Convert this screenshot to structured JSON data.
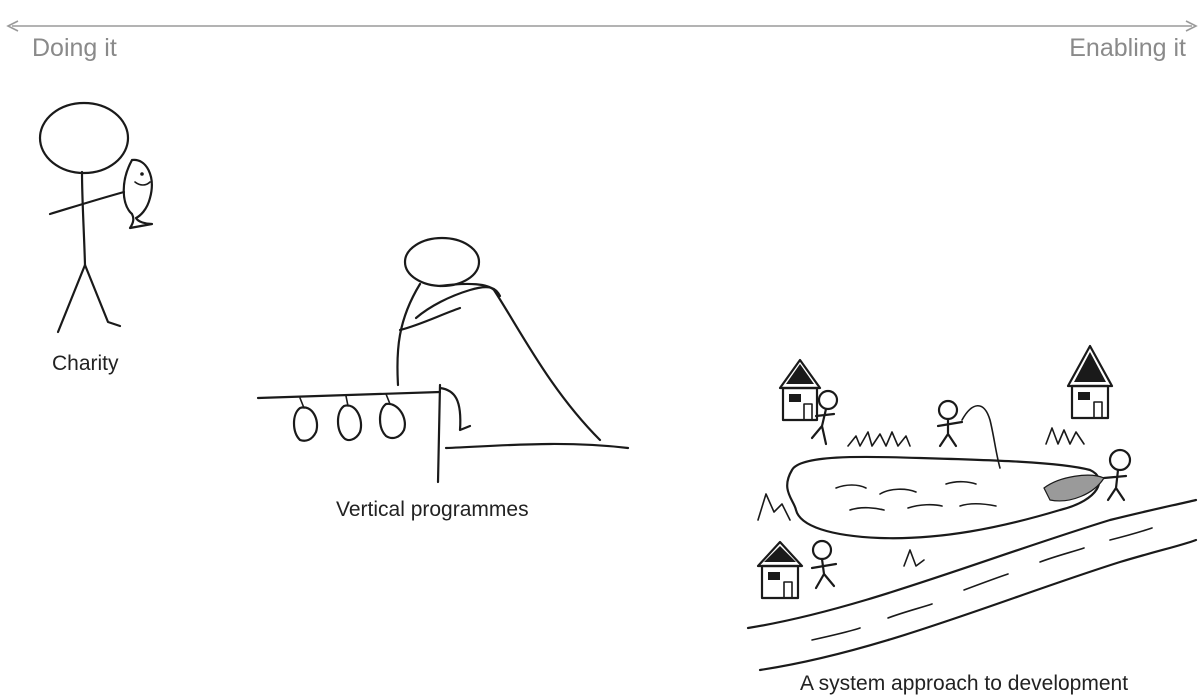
{
  "axis": {
    "left_label": "Doing it",
    "right_label": "Enabling it"
  },
  "panels": [
    {
      "id": "charity",
      "caption": "Charity"
    },
    {
      "id": "vertical",
      "caption": "Vertical programmes"
    },
    {
      "id": "system",
      "caption": "A system approach to development"
    }
  ],
  "colors": {
    "axis": "#9a9a9a",
    "ink": "#1a1a1a",
    "axis_text": "#8a8a8a"
  }
}
